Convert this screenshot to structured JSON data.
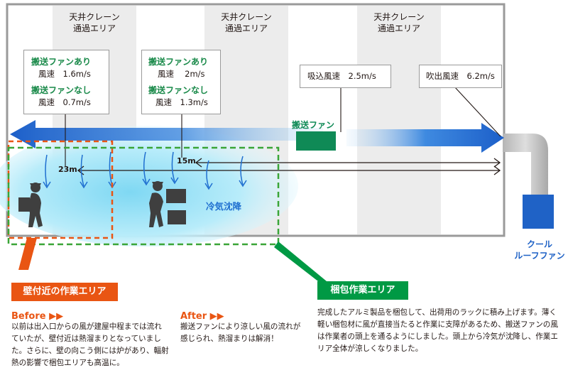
{
  "zones": {
    "crane_label_1": "天井クレーン",
    "crane_sub_1": "通過エリア",
    "crane_label_2": "天井クレーン",
    "crane_sub_2": "通過エリア",
    "crane_label_3": "天井クレーン",
    "crane_sub_3": "通過エリア"
  },
  "box_left": {
    "with_fan": "搬送ファンあり",
    "with_speed": "風速　1.6m/s",
    "without_fan": "搬送ファンなし",
    "without_speed": "風速　0.7m/s"
  },
  "box_mid": {
    "with_fan": "搬送ファンあり",
    "with_speed": "風速　 2m/s",
    "without_fan": "搬送ファンなし",
    "without_speed": "風速　1.3m/s"
  },
  "intake": "吸込風速　2.5m/s",
  "outlet": "吹出風速　6.2m/s",
  "transport_fan": "搬送ファン",
  "dist_23": "23m",
  "dist_15": "15m",
  "cold_air": "冷気沈降",
  "cool_fan_1": "クール",
  "cool_fan_2": "ルーフファン",
  "wall_tag": "壁付近の作業エリア",
  "pack_tag": "梱包作業エリア",
  "before_title": "Before ▶▶",
  "before_text": "以前は出入口からの風が建屋中程までは流れていたが、壁付近は熱溜まりとなっていました。さらに、壁の向こう側には炉があり、輻射熱の影響で梱包エリアも高温に。",
  "after_title": "After ▶▶",
  "after_text": "搬送ファンにより涼しい風の流れが感じられ、熱溜まりは解消！",
  "pack_text": "完成したアルミ製品を梱包して、出荷用のラックに積み上げます。薄く軽い梱包材に風が直接当たると作業に支障があるため、搬送ファンの風は作業者の頭上を通るようにしました。頭上から冷気が沈降し、作業エリア全体が涼しくなりました。",
  "colors": {
    "orange": "#e95513",
    "green": "#009944",
    "blue": "#1f6fd0",
    "crane_band": "#ebebeb"
  }
}
